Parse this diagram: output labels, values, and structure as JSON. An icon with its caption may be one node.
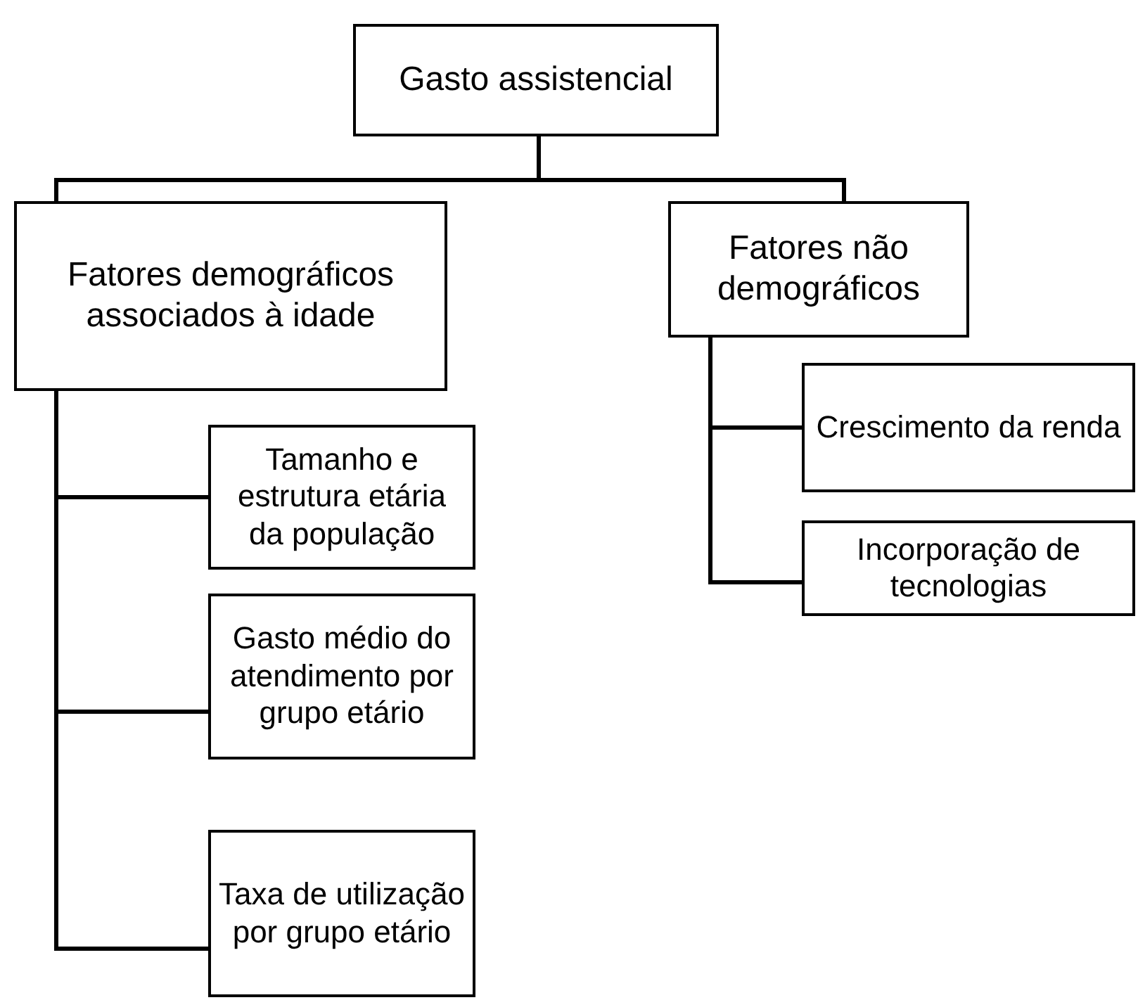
{
  "diagram": {
    "nodes": [
      {
        "text": [
          "Gasto assistencial"
        ]
      },
      {
        "text": [
          "Fatores demográficos associados à idade"
        ]
      },
      {
        "text": [
          "Tamanho e estrutura etária da população"
        ]
      },
      {
        "text": [
          "Gasto médio do atendimento por grupo etário"
        ]
      },
      {
        "text": [
          "Taxa de utilização por grupo etário"
        ]
      },
      {
        "text": [
          "Fatores não demográficos"
        ]
      },
      {
        "text": [
          "Crescimento da renda"
        ]
      },
      {
        "text": [
          "Incorporação de tecnologias"
        ]
      }
    ],
    "edges": [
      {
        "from": 0,
        "to": 1,
        "arrow": "none"
      },
      {
        "from": 0,
        "to": 5,
        "arrow": "none"
      },
      {
        "from": 1,
        "to": 2,
        "arrow": "none"
      },
      {
        "from": 1,
        "to": 3,
        "arrow": "none"
      },
      {
        "from": 1,
        "to": 4,
        "arrow": "none"
      },
      {
        "from": 5,
        "to": 6,
        "arrow": "none"
      },
      {
        "from": 5,
        "to": 7,
        "arrow": "none"
      }
    ]
  }
}
